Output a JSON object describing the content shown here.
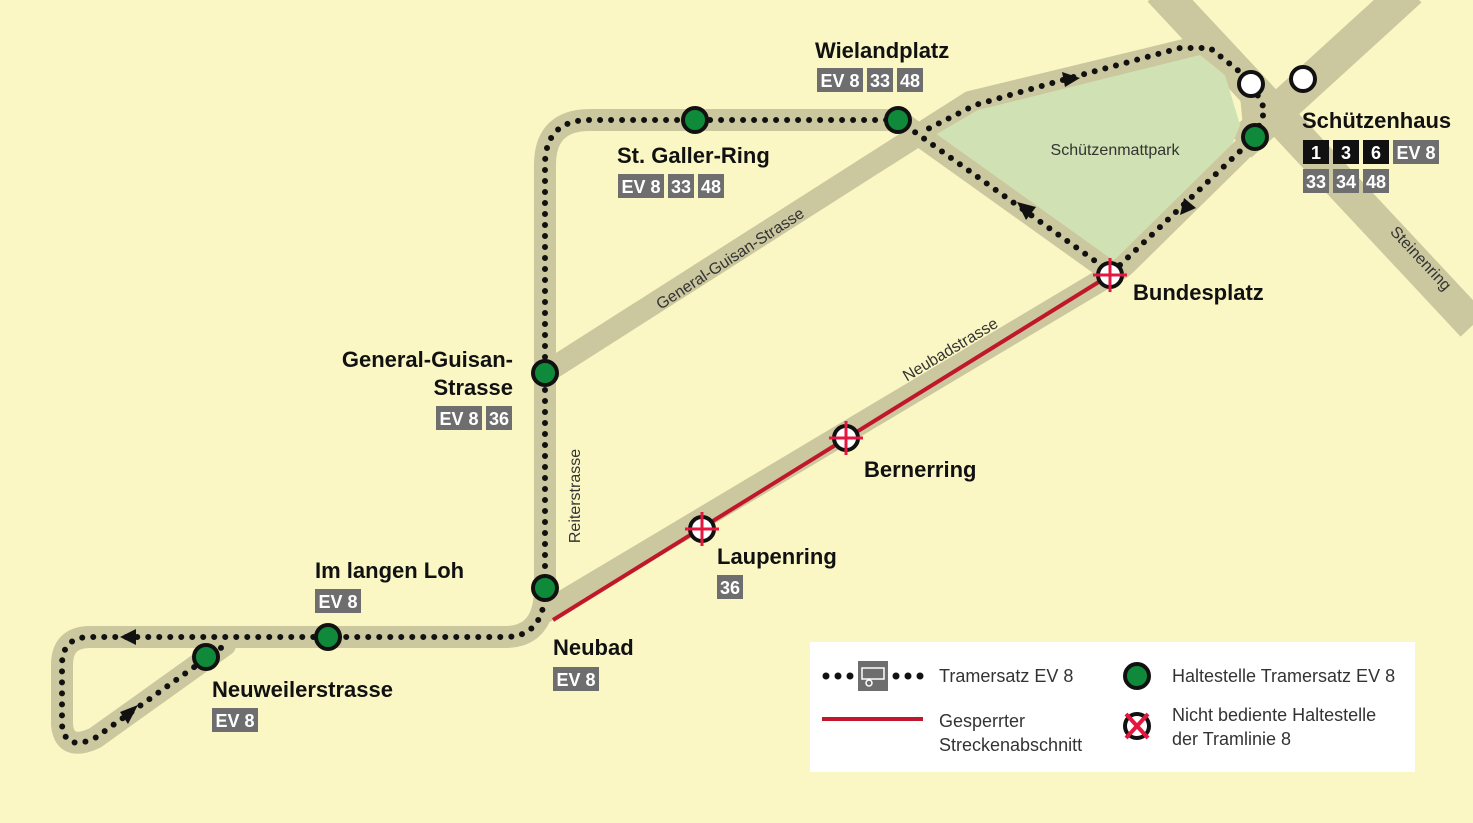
{
  "colors": {
    "background": "#faf7c4",
    "road": "#cbc79f",
    "park": "#d0e2b3",
    "stop_green": "#0f8a3a",
    "closed_red": "#c0172b",
    "badge_gray": "#6e6e6e",
    "badge_black": "#111111"
  },
  "park_label": "Schützenmattpark",
  "streets": {
    "general_guisan": "General-Guisan-Strasse",
    "neubad": "Neubadstrasse",
    "reiter": "Reiterstrasse",
    "steinen": "Steinenring"
  },
  "stops": {
    "wielandplatz": {
      "name": "Wielandplatz",
      "badges": [
        [
          "EV 8",
          "gray"
        ],
        [
          "33",
          "gray"
        ],
        [
          "48",
          "gray"
        ]
      ]
    },
    "st_galler_ring": {
      "name": "St. Galler-Ring",
      "badges": [
        [
          "EV 8",
          "gray"
        ],
        [
          "33",
          "gray"
        ],
        [
          "48",
          "gray"
        ]
      ]
    },
    "general_guisan": {
      "name_line1": "General-Guisan-",
      "name_line2": "Strasse",
      "badges": [
        [
          "EV 8",
          "gray"
        ],
        [
          "36",
          "gray"
        ]
      ]
    },
    "im_langen_loh": {
      "name": "Im langen Loh",
      "badges": [
        [
          "EV 8",
          "gray"
        ]
      ]
    },
    "neuweilerstrasse": {
      "name": "Neuweilerstrasse",
      "badges": [
        [
          "EV 8",
          "gray"
        ]
      ]
    },
    "neubad": {
      "name": "Neubad",
      "badges": [
        [
          "EV 8",
          "gray"
        ]
      ]
    },
    "laupenring": {
      "name": "Laupenring",
      "badges": [
        [
          "36",
          "gray"
        ]
      ]
    },
    "bernerring": {
      "name": "Bernerring",
      "badges": []
    },
    "bundesplatz": {
      "name": "Bundesplatz",
      "badges": []
    },
    "schuetzenhaus": {
      "name": "Schützenhaus",
      "badges": [
        [
          "1",
          "black"
        ],
        [
          "3",
          "black"
        ],
        [
          "6",
          "black"
        ],
        [
          "EV 8",
          "gray"
        ]
      ],
      "badges_row2": [
        [
          "33",
          "gray"
        ],
        [
          "34",
          "gray"
        ],
        [
          "48",
          "gray"
        ]
      ]
    }
  },
  "legend": {
    "replacement": "Tramersatz EV 8",
    "closed_section_line1": "Gesperrter",
    "closed_section_line2": "Streckenabschnitt",
    "replacement_stop": "Haltestelle Tramersatz EV 8",
    "not_served_line1": "Nicht bediente Haltestelle",
    "not_served_line2": "der Tramlinie 8"
  }
}
